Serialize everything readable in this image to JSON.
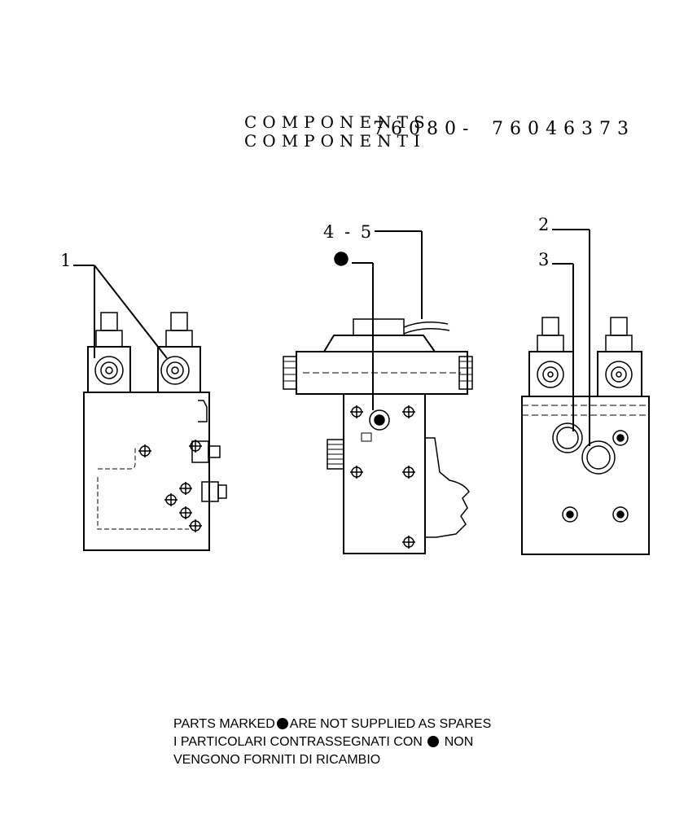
{
  "header": {
    "line1": "COMPONENTS",
    "line2": "COMPONENTI",
    "code_start": "76080-",
    "code_end": "76046373"
  },
  "callouts": {
    "c1": "1",
    "c2": "2",
    "c3": "3",
    "c45": "4 - 5"
  },
  "footer": {
    "line1_a": "PARTS MARKED",
    "line1_b": "ARE NOT SUPPLIED AS SPARES",
    "line2_a": "I PARTICOLARI CONTRASSEGNATI CON",
    "line2_b": "NON",
    "line3": "VENGONO FORNITI DI RICAMBIO"
  }
}
